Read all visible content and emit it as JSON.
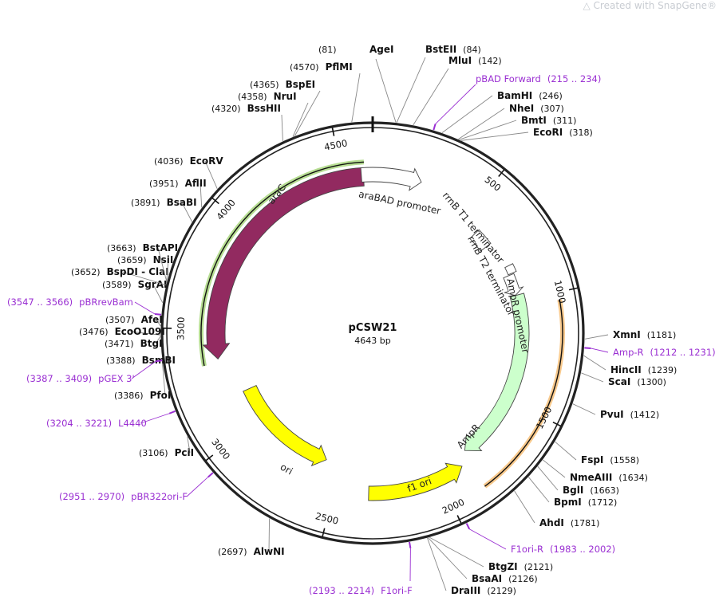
{
  "watermark": {
    "prefix": "Created with ",
    "brand": "SnapGene",
    "reg": "®"
  },
  "plasmid": {
    "name": "pCSW21",
    "size_label": "4643 bp",
    "length": 4643
  },
  "ticks": [
    {
      "pos": 500,
      "label": "500"
    },
    {
      "pos": 1000,
      "label": "1000"
    },
    {
      "pos": 1500,
      "label": "1500"
    },
    {
      "pos": 2000,
      "label": "2000"
    },
    {
      "pos": 2500,
      "label": "2500"
    },
    {
      "pos": 3000,
      "label": "3000"
    },
    {
      "pos": 3500,
      "label": "3500"
    },
    {
      "pos": 4000,
      "label": "4000"
    },
    {
      "pos": 4500,
      "label": "4500"
    }
  ],
  "enzymes": [
    {
      "site": 81,
      "name": "AgeI",
      "pos": "(81)"
    },
    {
      "site": 84,
      "name": "BstEII",
      "pos": "(84)"
    },
    {
      "site": 142,
      "name": "MluI",
      "pos": "(142)"
    },
    {
      "site": 246,
      "name": "BamHI",
      "pos": "(246)"
    },
    {
      "site": 307,
      "name": "NheI",
      "pos": "(307)"
    },
    {
      "site": 311,
      "name": "BmtI",
      "pos": "(311)"
    },
    {
      "site": 318,
      "name": "EcoRI",
      "pos": "(318)"
    },
    {
      "site": 1181,
      "name": "XmnI",
      "pos": "(1181)"
    },
    {
      "site": 1239,
      "name": "HincII",
      "pos": "(1239)"
    },
    {
      "site": 1300,
      "name": "ScaI",
      "pos": "(1300)"
    },
    {
      "site": 1412,
      "name": "PvuI",
      "pos": "(1412)"
    },
    {
      "site": 1558,
      "name": "FspI",
      "pos": "(1558)"
    },
    {
      "site": 1634,
      "name": "NmeAIII",
      "pos": "(1634)"
    },
    {
      "site": 1663,
      "name": "BglI",
      "pos": "(1663)"
    },
    {
      "site": 1712,
      "name": "BpmI",
      "pos": "(1712)"
    },
    {
      "site": 1781,
      "name": "AhdI",
      "pos": "(1781)"
    },
    {
      "site": 2121,
      "name": "BtgZI",
      "pos": "(2121)"
    },
    {
      "site": 2126,
      "name": "BsaAI",
      "pos": "(2126)"
    },
    {
      "site": 2129,
      "name": "DraIII",
      "pos": "(2129)"
    },
    {
      "site": 2697,
      "name": "AlwNI",
      "pos": "(2697)"
    },
    {
      "site": 3106,
      "name": "PciI",
      "pos": "(3106)"
    },
    {
      "site": 3386,
      "name": "PfoI",
      "pos": "(3386)"
    },
    {
      "site": 3388,
      "name": "BsmBI",
      "pos": "(3388)"
    },
    {
      "site": 3471,
      "name": "BtgI",
      "pos": "(3471)"
    },
    {
      "site": 3476,
      "name": "EcoO109I",
      "pos": "(3476)"
    },
    {
      "site": 3507,
      "name": "AfeI",
      "pos": "(3507)"
    },
    {
      "site": 3589,
      "name": "SgrAI",
      "pos": "(3589)"
    },
    {
      "site": 3652,
      "name": "BspDI",
      "pos": "(3652)",
      "extra": " - ClaI"
    },
    {
      "site": 3659,
      "name": "NsiI",
      "pos": "(3659)"
    },
    {
      "site": 3663,
      "name": "BstAPI",
      "pos": "(3663)"
    },
    {
      "site": 3891,
      "name": "BsaBI",
      "pos": "(3891)"
    },
    {
      "site": 3951,
      "name": "AflII",
      "pos": "(3951)"
    },
    {
      "site": 4036,
      "name": "EcoRV",
      "pos": "(4036)"
    },
    {
      "site": 4320,
      "name": "BssHII",
      "pos": "(4320)"
    },
    {
      "site": 4358,
      "name": "NruI",
      "pos": "(4358)"
    },
    {
      "site": 4365,
      "name": "BspEI",
      "pos": "(4365)"
    },
    {
      "site": 4570,
      "name": "PflMI",
      "pos": "(4570)"
    }
  ],
  "primers": [
    {
      "start": 215,
      "name": "pBAD Forward",
      "range": "(215 .. 234)"
    },
    {
      "start": 1212,
      "name": "Amp-R",
      "range": "(1212 .. 1231)"
    },
    {
      "start": 1983,
      "name": "F1ori-R",
      "range": "(1983 .. 2002)"
    },
    {
      "start": 2193,
      "name": "F1ori-F",
      "range": "(2193 .. 2214)"
    },
    {
      "start": 2951,
      "name": "pBR322ori-F",
      "range": "(2951 .. 2970)"
    },
    {
      "start": 3204,
      "name": "L4440",
      "range": "(3204 .. 3221)"
    },
    {
      "start": 3387,
      "name": "pGEX 3'",
      "range": "(3387 .. 3409)"
    },
    {
      "start": 3547,
      "name": "pBRrevBam",
      "range": "(3547 .. 3566)"
    }
  ],
  "features": [
    {
      "name": "araC",
      "start": 3360,
      "end": 4600,
      "color": "#922a60",
      "label_color": "#ffffff",
      "direction": "ccw"
    },
    {
      "name": "araBAD promoter",
      "start": 4590,
      "end": 230,
      "color": "#ffffff",
      "label_color": "#222222",
      "direction": "cw"
    },
    {
      "name": "rrnB T1 terminator",
      "start": 590,
      "end": 680,
      "color": "#ffffff",
      "label_color": "#222222",
      "direction": "none"
    },
    {
      "name": "rrnB T2 terminator",
      "start": 820,
      "end": 860,
      "color": "#ffffff",
      "label_color": "#222222",
      "direction": "none"
    },
    {
      "name": "AmpR promoter",
      "start": 865,
      "end": 970,
      "color": "#ffffff",
      "label_color": "#222222",
      "direction": "cw"
    },
    {
      "name": "AmpR",
      "start": 970,
      "end": 1830,
      "color": "#ccffcc",
      "label_color": "#222222",
      "direction": "cw"
    },
    {
      "name": "f1 ori",
      "start": 1885,
      "end": 2340,
      "color": "#ffff00",
      "label_color": "#222222",
      "direction": "ccw"
    },
    {
      "name": "ori",
      "start": 2580,
      "end": 3170,
      "color": "#ffff00",
      "label_color": "#222222",
      "direction": "ccw"
    }
  ],
  "colors": {
    "backbone": "#222222",
    "primer": "#9a2fd2",
    "orf_green": "#7cc23a",
    "orf_orange": "#f29c2e"
  }
}
